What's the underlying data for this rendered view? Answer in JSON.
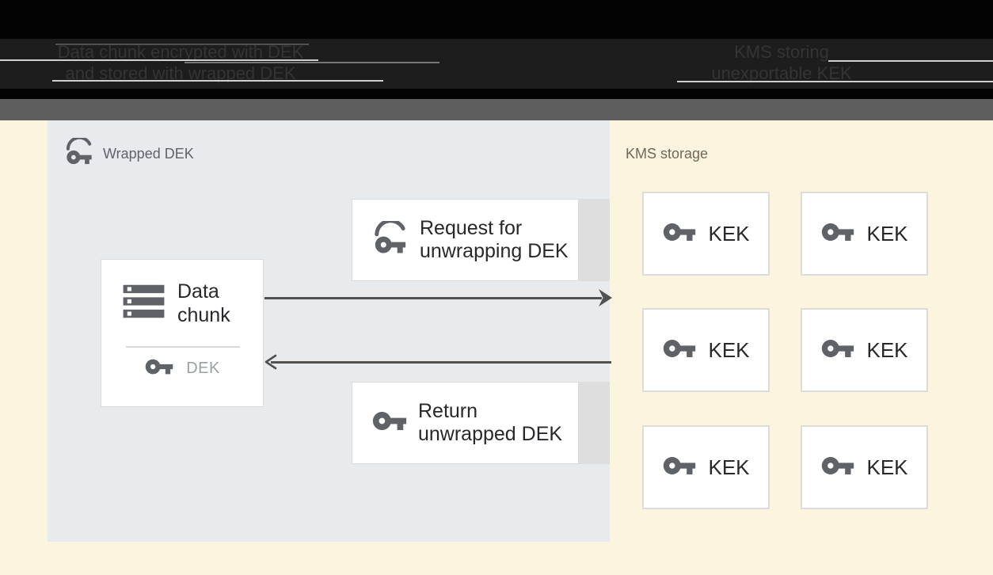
{
  "header": {
    "left_caption": "Data chunk encrypted with DEK\nand stored with wrapped DEK",
    "right_caption": "KMS storing\nunexportable KEK"
  },
  "wrapped_dek_panel": {
    "label": "Wrapped DEK",
    "data_chunk_box": {
      "title": "Data\nchunk",
      "key_label": "DEK"
    },
    "request_box": {
      "label": "Request for\nunwrapping DEK"
    },
    "return_box": {
      "label": "Return\nunwrapped DEK"
    },
    "arrows": [
      {
        "direction": "right",
        "from": "Data chunk",
        "to": "KMS storage"
      },
      {
        "direction": "left",
        "from": "KMS storage",
        "to": "Data chunk"
      }
    ]
  },
  "kms_storage_panel": {
    "label": "KMS storage",
    "keys": [
      "KEK",
      "KEK",
      "KEK",
      "KEK",
      "KEK",
      "KEK"
    ]
  },
  "colors": {
    "page_background": "#fbf4de",
    "panel_background": "#e8ebee",
    "header_background": "#030303",
    "header_band": "#1d1d1d",
    "separator_bar": "#5e5e5e",
    "box_background": "#ffffff",
    "box_border": "#dadada",
    "box_strip": "#dedede",
    "icon_gray": "#5f6368",
    "text_dark": "#26282b",
    "text_muted": "#9aa0a6",
    "arrow": "#515151"
  }
}
